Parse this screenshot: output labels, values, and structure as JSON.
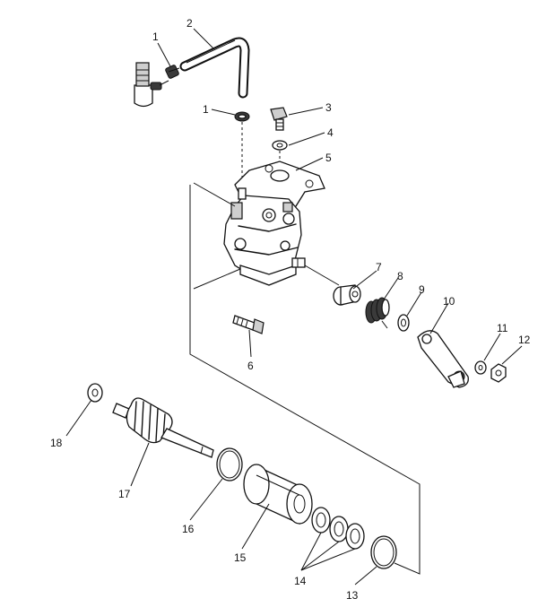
{
  "diagram": {
    "callouts": [
      {
        "id": "c1a",
        "label": "1"
      },
      {
        "id": "c2",
        "label": "2"
      },
      {
        "id": "c1b",
        "label": "1"
      },
      {
        "id": "c3",
        "label": "3"
      },
      {
        "id": "c4",
        "label": "4"
      },
      {
        "id": "c5",
        "label": "5"
      },
      {
        "id": "c7",
        "label": "7"
      },
      {
        "id": "c8",
        "label": "8"
      },
      {
        "id": "c9",
        "label": "9"
      },
      {
        "id": "c10",
        "label": "10"
      },
      {
        "id": "c6",
        "label": "6"
      },
      {
        "id": "c11",
        "label": "11"
      },
      {
        "id": "c12",
        "label": "12"
      },
      {
        "id": "c18",
        "label": "18"
      },
      {
        "id": "c17",
        "label": "17"
      },
      {
        "id": "c16",
        "label": "16"
      },
      {
        "id": "c15",
        "label": "15"
      },
      {
        "id": "c14",
        "label": "14"
      },
      {
        "id": "c13",
        "label": "13"
      }
    ]
  }
}
